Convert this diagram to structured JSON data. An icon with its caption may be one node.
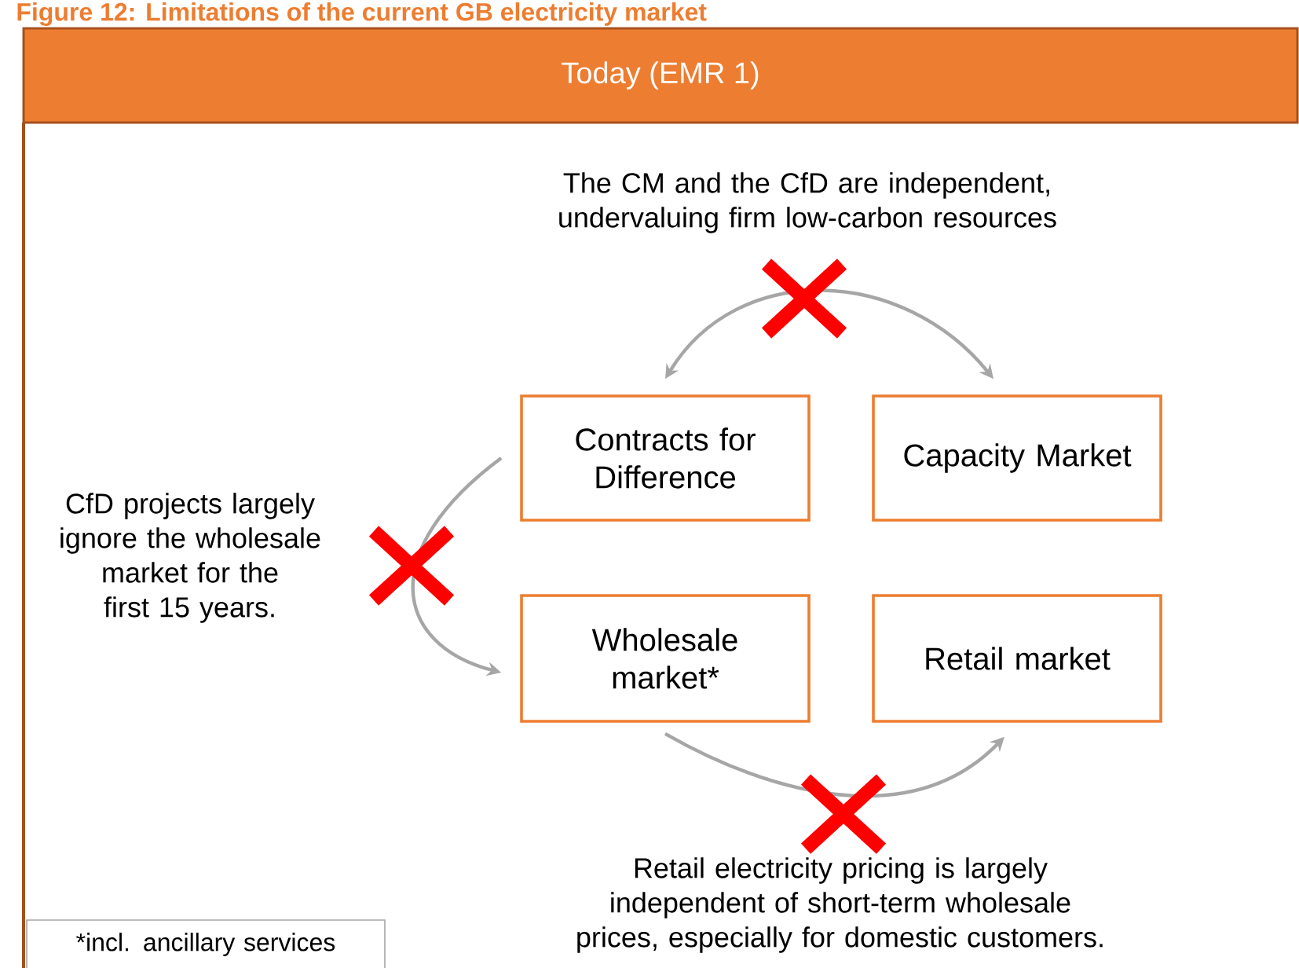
{
  "diagram": {
    "title": "Figure 12: Limitations of the current GB electricity market",
    "nodes": [
      {
        "text": [
          "Today (EMR 1)"
        ]
      },
      {
        "text": [
          "Contracts for Difference"
        ]
      },
      {
        "text": [
          "Capacity Market"
        ]
      },
      {
        "text": [
          "Wholesale market*"
        ]
      },
      {
        "text": [
          "Retail market"
        ]
      },
      {
        "text": [
          "*incl. ancillary services"
        ]
      }
    ],
    "edges": [
      {
        "from": 1,
        "to": 2,
        "arrow": "both"
      },
      {
        "from": 1,
        "to": 3,
        "arrow": "to"
      },
      {
        "from": 3,
        "to": 4,
        "arrow": "to"
      }
    ],
    "labels": [
      "The CM and the CfD are independent, undervaluing firm low-carbon resources",
      "CfD projects largely ignore the wholesale market for the first 15 years.",
      "Retail electricity pricing is largely independent of short-term wholesale prices, especially for domestic customers."
    ]
  }
}
